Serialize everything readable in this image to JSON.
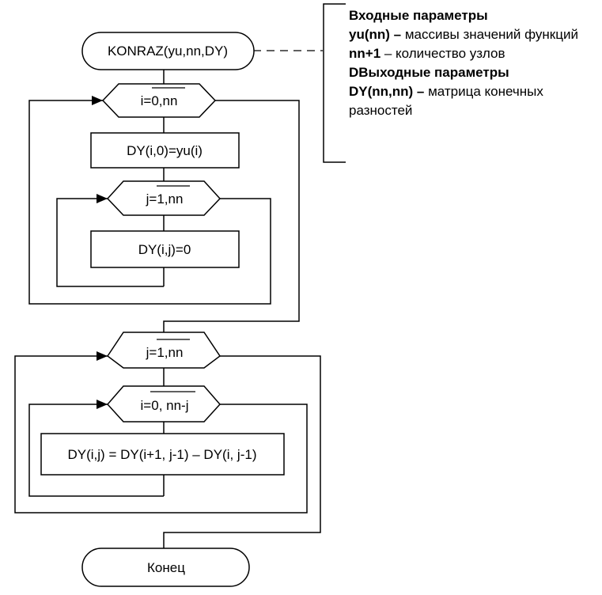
{
  "start_label": "KONRAZ(yu,nn,DY)",
  "loop1": {
    "prefix": "i=",
    "over": "0,nn"
  },
  "assign1": "DY(i,0)=yu(i)",
  "loop2": {
    "prefix": "j=",
    "over": "1,nn"
  },
  "assign2": "DY(i,j)=0",
  "loop3": {
    "prefix": "j=",
    "over": "1,nn"
  },
  "loop4": {
    "prefix": "i=",
    "over": "0, nn-j"
  },
  "assign3": "DY(i,j) = DY(i+1, j-1) – DY(i, j-1)",
  "end_label": "Конец",
  "annotation": {
    "input_heading": "Входные параметры",
    "yu_term": "yu(nn) –",
    "yu_desc": " массивы значений функций",
    "nn_term": "nn+1",
    "nn_desc": " – количество узлов",
    "output_heading": "DВыходные параметры",
    "dy_term": "DY(nn,nn) –",
    "dy_desc": " матрица конечных разностей"
  }
}
